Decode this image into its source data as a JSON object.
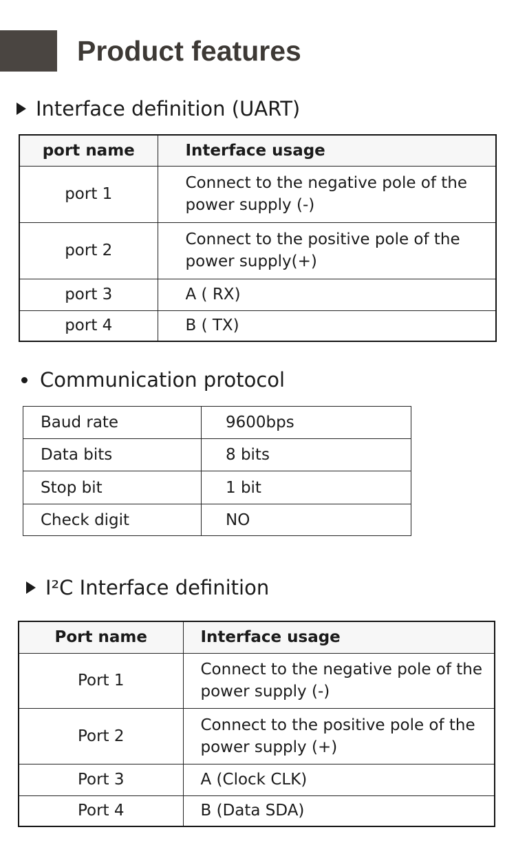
{
  "page": {
    "title": "Product features"
  },
  "uart": {
    "heading": "Interface definition (UART)",
    "columns": [
      "port name",
      "Interface usage"
    ],
    "rows": [
      {
        "port": "port 1",
        "usage": "Connect to the negative pole of the power supply (-)"
      },
      {
        "port": "port 2",
        "usage": "Connect to the positive pole of the power supply(+)"
      },
      {
        "port": "port 3",
        "usage": "A ( RX)"
      },
      {
        "port": "port 4",
        "usage": "B ( TX)"
      }
    ]
  },
  "protocol": {
    "heading": "Communication protocol",
    "rows": [
      {
        "name": "Baud rate",
        "value": "9600bps"
      },
      {
        "name": "Data bits",
        "value": "8 bits"
      },
      {
        "name": "Stop bit",
        "value": "1 bit"
      },
      {
        "name": "Check digit",
        "value": "NO"
      }
    ]
  },
  "i2c": {
    "heading": "I²C Interface definition",
    "columns": [
      "Port name",
      "Interface usage"
    ],
    "rows": [
      {
        "port": "Port 1",
        "usage": "Connect to the negative pole of the power supply (-)"
      },
      {
        "port": "Port 2",
        "usage": "Connect to the positive pole of the power supply (+)"
      },
      {
        "port": "Port 3",
        "usage": "A (Clock CLK)"
      },
      {
        "port": "Port 4",
        "usage": "B (Data SDA)"
      }
    ]
  },
  "icons": {
    "heading_marker": "triangle-right",
    "list_marker": "bullet"
  }
}
